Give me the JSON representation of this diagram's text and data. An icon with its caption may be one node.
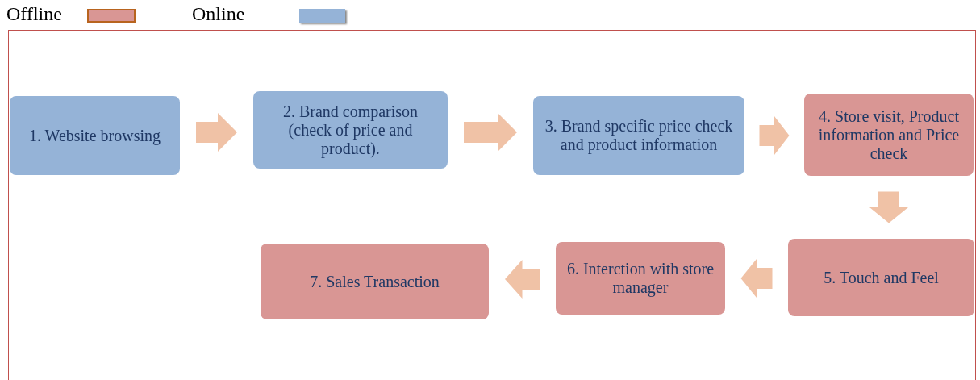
{
  "diagram": {
    "nodes": [
      {
        "text": [
          "1.  Website browsing"
        ]
      },
      {
        "text": [
          "2. Brand comparison (check of price and product)."
        ]
      },
      {
        "text": [
          "3. Brand specific price check and product information"
        ]
      },
      {
        "text": [
          "4. Store visit, Product information and Price check"
        ]
      },
      {
        "text": [
          "5. Touch and Feel"
        ]
      },
      {
        "text": [
          "6. Interction with store manager"
        ]
      },
      {
        "text": [
          "7. Sales Transaction"
        ]
      }
    ],
    "edges": [
      {
        "from": 0,
        "to": 1,
        "arrow": "to"
      },
      {
        "from": 1,
        "to": 2,
        "arrow": "to"
      },
      {
        "from": 2,
        "to": 3,
        "arrow": "to"
      },
      {
        "from": 3,
        "to": 4,
        "arrow": "to"
      },
      {
        "from": 4,
        "to": 5,
        "arrow": "to"
      },
      {
        "from": 5,
        "to": 6,
        "arrow": "to"
      }
    ],
    "legend": [
      {
        "text": "Offline",
        "color": "#d99694"
      },
      {
        "text": "Online",
        "color": "#95b3d7"
      }
    ]
  }
}
